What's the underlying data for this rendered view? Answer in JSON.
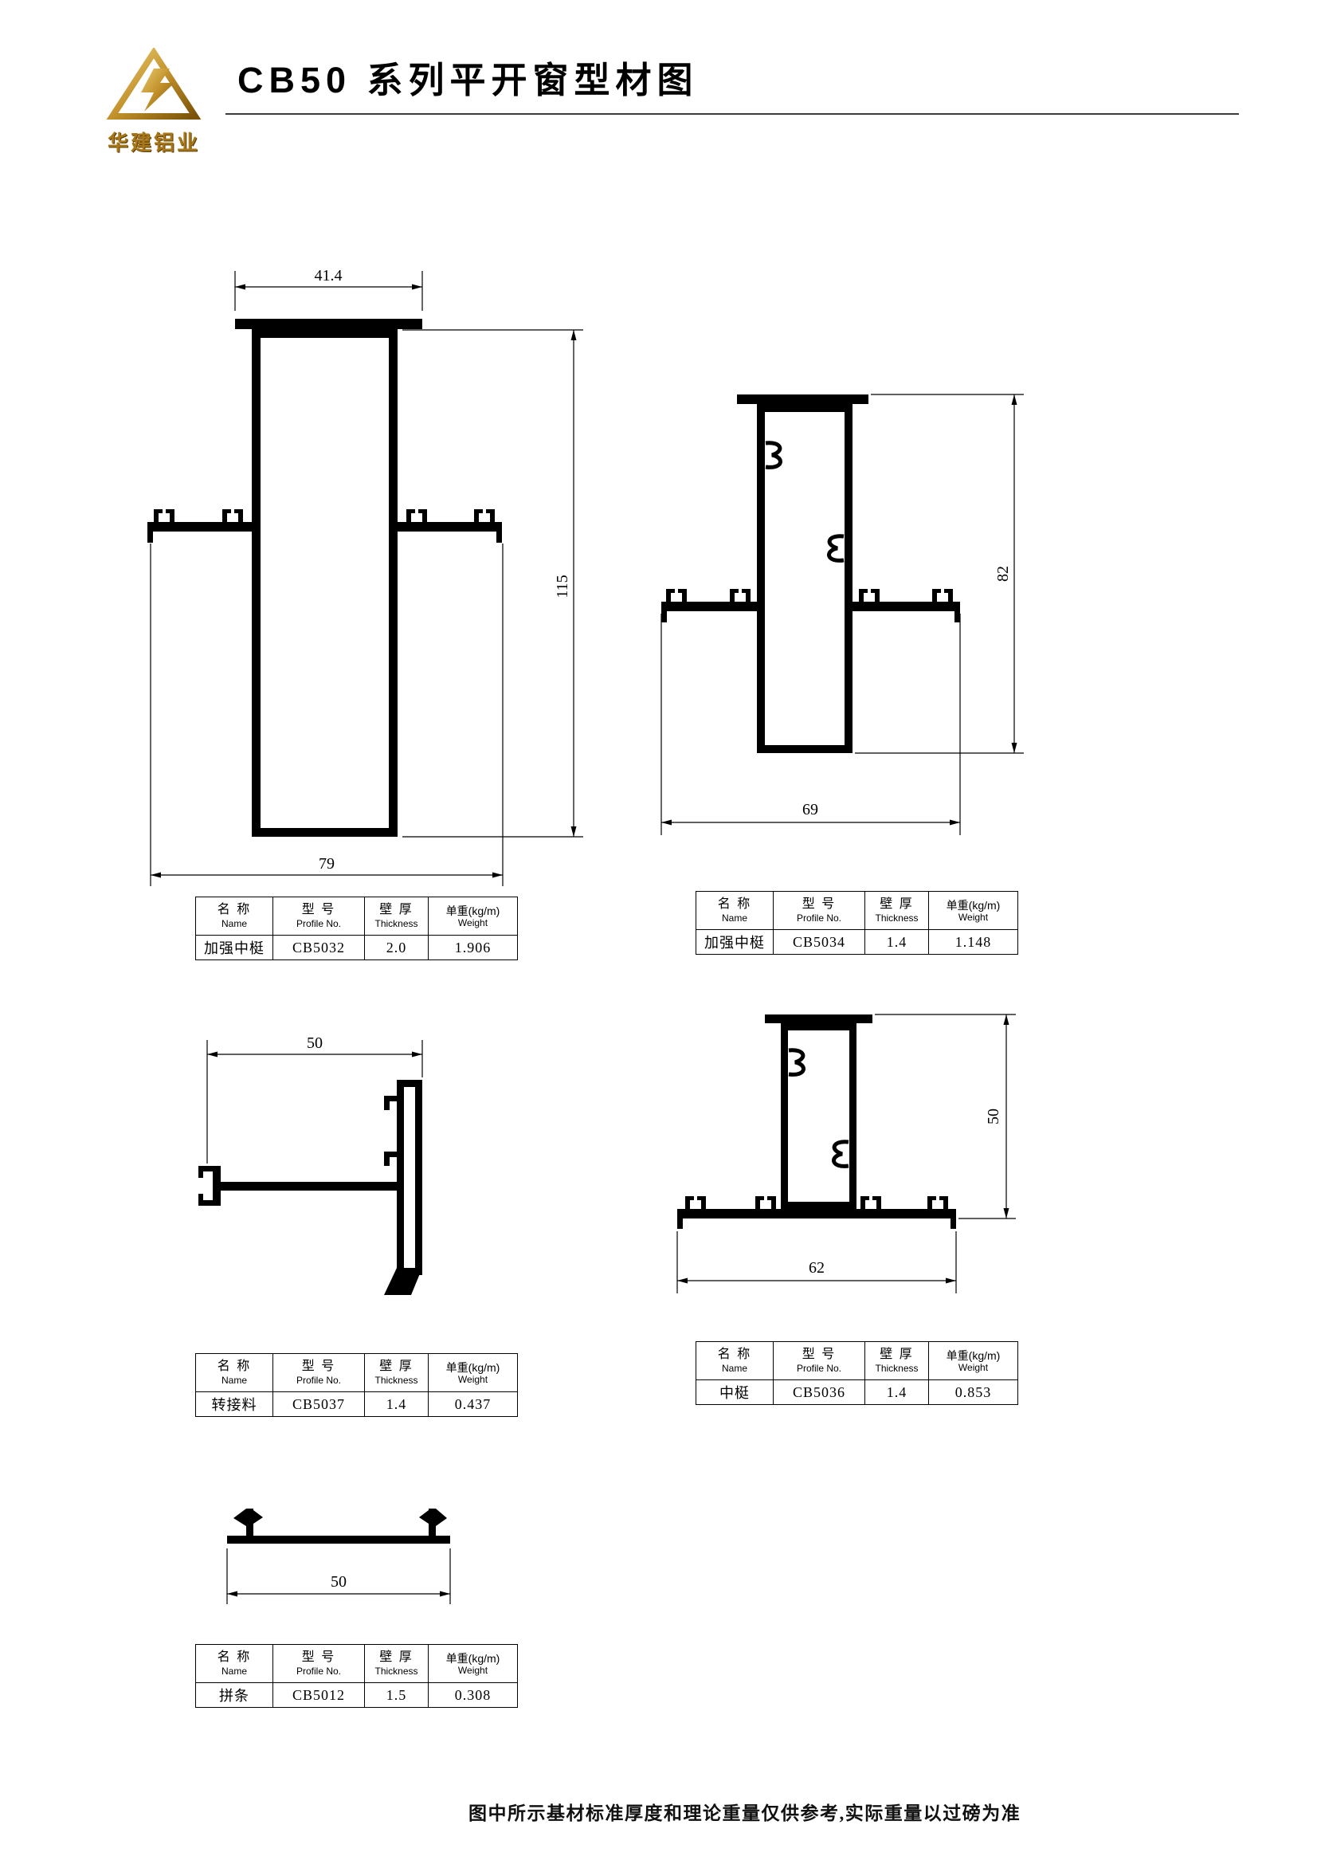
{
  "page": {
    "title": "CB50 系列平开窗型材图",
    "logo_text": "华建铝业",
    "footer_note": "图中所示基材标准厚度和理论重量仅供参考,实际重量以过磅为准"
  },
  "table_headers": {
    "col1_cn": "名 称",
    "col1_en": "Name",
    "col2_cn": "型 号",
    "col2_en": "Profile No.",
    "col3_cn": "壁 厚",
    "col3_en": "Thickness",
    "col4_cn": "单重(kg/m)",
    "col4_en": "Weight"
  },
  "profiles": [
    {
      "name": "加强中梃",
      "no": "CB5032",
      "thickness": "2.0",
      "weight": "1.906"
    },
    {
      "name": "加强中梃",
      "no": "CB5034",
      "thickness": "1.4",
      "weight": "1.148"
    },
    {
      "name": "转接料",
      "no": "CB5037",
      "thickness": "1.4",
      "weight": "0.437"
    },
    {
      "name": "中梃",
      "no": "CB5036",
      "thickness": "1.4",
      "weight": "0.853"
    },
    {
      "name": "拼条",
      "no": "CB5012",
      "thickness": "1.5",
      "weight": "0.308"
    }
  ],
  "drawings": {
    "cb5032": {
      "dim_top": "41.4",
      "dim_height": "115",
      "dim_bottom": "79"
    },
    "cb5034": {
      "dim_height": "82",
      "dim_bottom": "69"
    },
    "cb5037": {
      "dim_top": "50"
    },
    "cb5036": {
      "dim_height": "50",
      "dim_bottom": "62"
    },
    "cb5012": {
      "dim_width": "50"
    }
  }
}
